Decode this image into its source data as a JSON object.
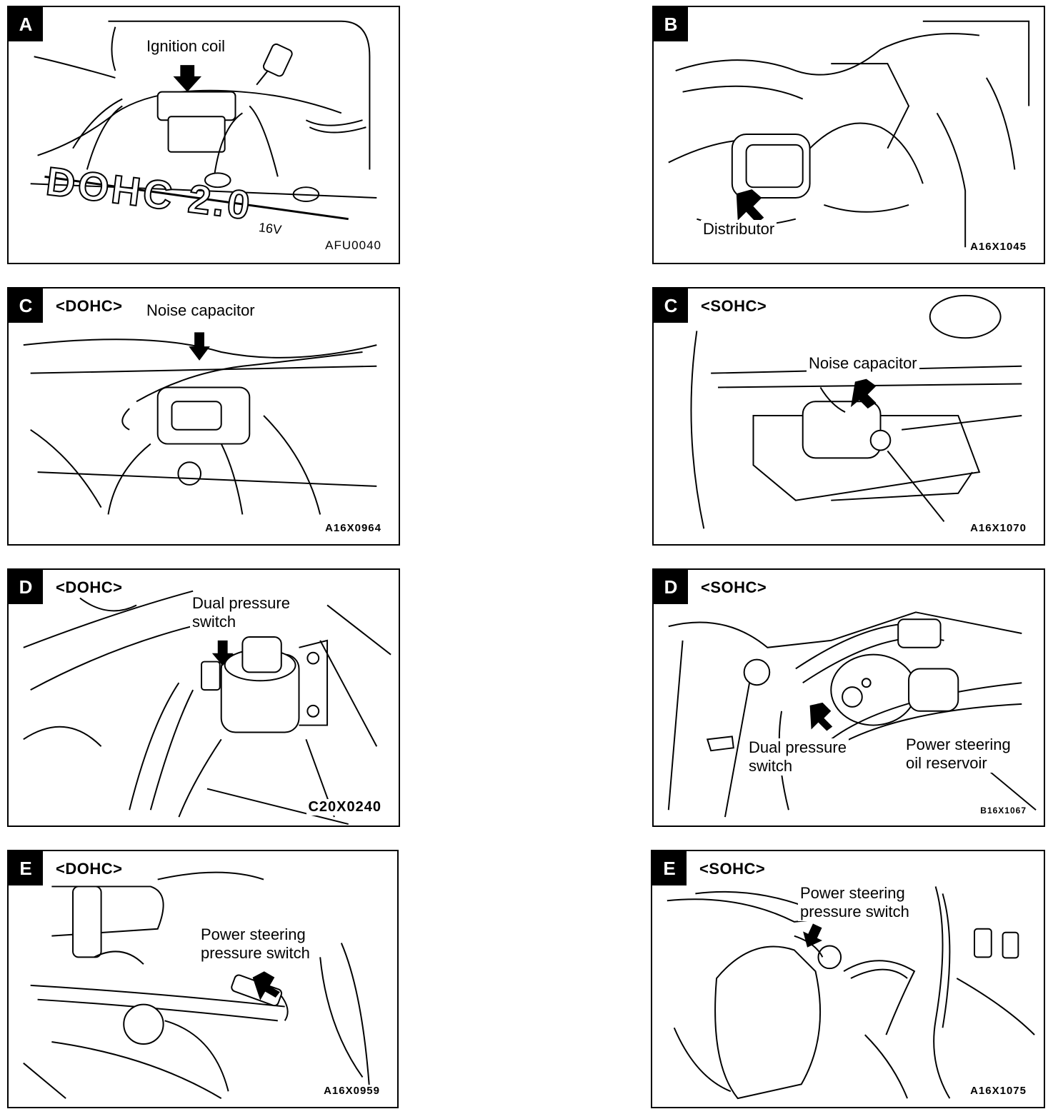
{
  "panels": [
    {
      "letter": "A",
      "variant": "",
      "labels": [
        "Ignition coil"
      ],
      "code": "AFU0040",
      "engine_marking": "DOHC 2.0",
      "engine_marking_sub": "16V"
    },
    {
      "letter": "B",
      "variant": "",
      "labels": [
        "Distributor"
      ],
      "code": "A16X1045"
    },
    {
      "letter": "C",
      "variant": "<DOHC>",
      "labels": [
        "Noise capacitor"
      ],
      "code": "A16X0964"
    },
    {
      "letter": "C",
      "variant": "<SOHC>",
      "labels": [
        "Noise capacitor"
      ],
      "code": "A16X1070"
    },
    {
      "letter": "D",
      "variant": "<DOHC>",
      "labels": [
        "Dual pressure\nswitch"
      ],
      "code": "C20X0240"
    },
    {
      "letter": "D",
      "variant": "<SOHC>",
      "labels": [
        "Dual pressure\nswitch",
        "Power steering\noil reservoir"
      ],
      "code": "B16X1067"
    },
    {
      "letter": "E",
      "variant": "<DOHC>",
      "labels": [
        "Power steering\npressure switch"
      ],
      "code": "A16X0959"
    },
    {
      "letter": "E",
      "variant": "<SOHC>",
      "labels": [
        "Power steering\npressure switch"
      ],
      "code": "A16X1075"
    }
  ]
}
